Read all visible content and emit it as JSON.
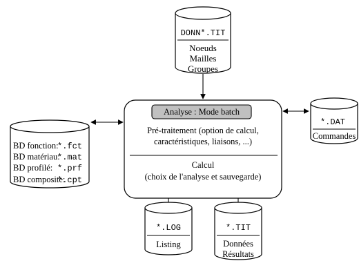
{
  "top_db": {
    "code": "DONN*.TIT",
    "lines": [
      "Noeuds",
      "Mailles",
      "Groupes"
    ]
  },
  "left_db": {
    "rows": [
      {
        "label": "BD fonction:",
        "ext": "*.fct"
      },
      {
        "label": "BD matériau:",
        "ext": "*.mat"
      },
      {
        "label": "BD profilé:",
        "ext": "*.prf"
      },
      {
        "label": "BD composite:",
        "ext": "*.cpt"
      }
    ]
  },
  "right_db": {
    "code": "*.DAT",
    "label": "Commandes"
  },
  "main_box": {
    "header": "Analyse : Mode batch",
    "pre_lines": [
      "Pré-traitement (option de calcul,",
      "caractéristiques, liaisons, ...)"
    ],
    "calc_lines": [
      "Calcul",
      "(choix de l'analyse et sauvegarde)"
    ]
  },
  "log_db": {
    "code": "*.LOG",
    "label": "Listing"
  },
  "tit_db": {
    "code": "*.TIT",
    "lines": [
      "Données",
      "Résultats"
    ]
  },
  "colors": {
    "header_fill": "#c0c0c0",
    "stroke": "#000000",
    "background": "#ffffff"
  }
}
